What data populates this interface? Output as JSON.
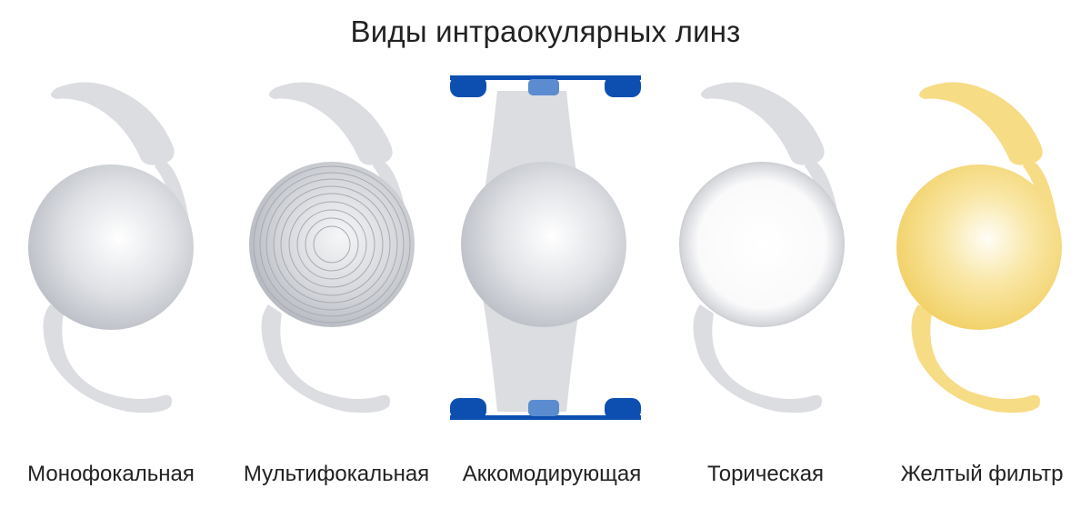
{
  "title": "Виды интраокулярных линз",
  "lenses": [
    {
      "label": "Монофокальная",
      "type": "monofocal",
      "color": "#d9dbe0"
    },
    {
      "label": "Мультифокальная",
      "type": "multifocal",
      "color": "#d9dbe0"
    },
    {
      "label": "Аккомодирующая",
      "type": "accommodating",
      "color": "#0d4fb0"
    },
    {
      "label": "Торическая",
      "type": "toric",
      "color": "#d9dbe0"
    },
    {
      "label": "Желтый фильтр",
      "type": "yellow-filter",
      "color": "#f5d77a"
    }
  ],
  "colors": {
    "haptic_gray": "#dcdde1",
    "clip_blue": "#0d4fb0",
    "yellow": "#f7dc86"
  }
}
